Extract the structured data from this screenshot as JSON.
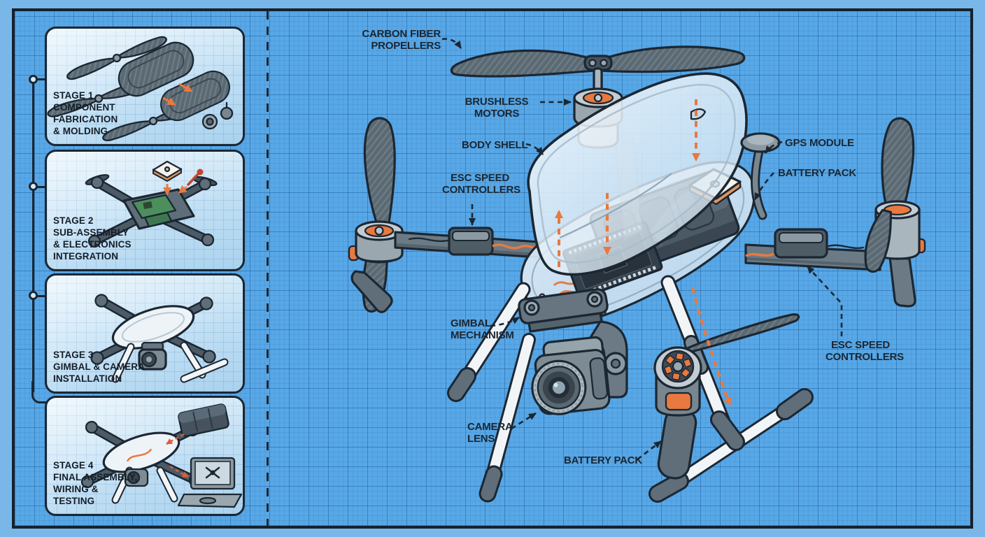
{
  "colors": {
    "page_bg": "#79b7e9",
    "grid_bg": "#58a7e6",
    "grid_line": "#2f7fc4",
    "outline": "#1b2733",
    "panel_fill": "#cfe7f8",
    "orange": "#e8793f",
    "red_accent": "#d95f3b",
    "carbon": "#5a6972",
    "light_part": "#f2f5f7"
  },
  "stages": [
    {
      "id": 1,
      "label": "STAGE 1\nCOMPONENT\nFABRICATION\n& MOLDING"
    },
    {
      "id": 2,
      "label": "STAGE 2\nSUB-ASSEMBLY\n& ELECTRONICS\nINTEGRATION"
    },
    {
      "id": 3,
      "label": "STAGE 3\nGIMBAL & CAMERA\nINSTALLATION"
    },
    {
      "id": 4,
      "label": "STAGE 4\nFINAL ASSEMBLY,\nWIRING &\nTESTING"
    }
  ],
  "callouts": {
    "propellers": "CARBON FIBER\nPROPELLERS",
    "motors": "BRUSHLESS\nMOTORS",
    "body_shell": "BODY SHELL",
    "gps_module": "GPS MODULE",
    "battery_top": "BATTERY PACK",
    "esc_left": "ESC SPEED\nCONTROLLERS",
    "gimbal": "GIMBAL\nMECHANISM",
    "camera_lens": "CAMERA\nLENS",
    "battery_bottom": "BATTERY PACK",
    "esc_right": "ESC SPEED\nCONTROLLERS"
  }
}
